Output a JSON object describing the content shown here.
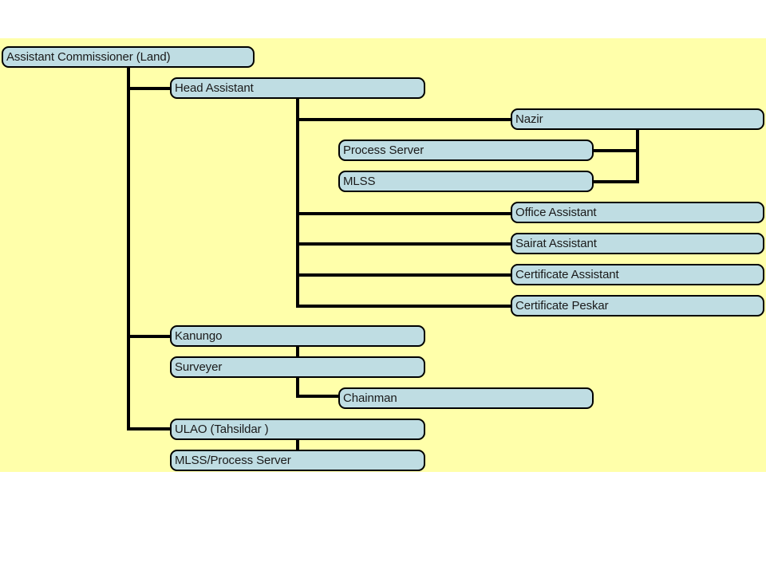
{
  "diagram": {
    "title_node": "Assistant Commissioner (Land)",
    "background_color": "#ffffaa",
    "node_fill_color": "#bfdde3",
    "node_border_color": "#000000",
    "connector_color": "#000000",
    "slide_background": "#ffffff",
    "type": "organizational-chart"
  },
  "nodes": {
    "assistant_commissioner": "Assistant Commissioner (Land)",
    "head_assistant": "Head Assistant",
    "nazir": "Nazir",
    "process_server": "Process Server",
    "mlss": "MLSS",
    "office_assistant": "Office Assistant",
    "sairat_assistant": "Sairat Assistant",
    "certificate_assistant": "Certificate Assistant",
    "certificate_peskar": "Certificate Peskar",
    "kanungo": "Kanungo",
    "surveyer": "Surveyer",
    "chainman": "Chainman",
    "ulao_tahsildar": "ULAO (Tahsildar )",
    "mlss_process_server": "MLSS/Process Server"
  }
}
